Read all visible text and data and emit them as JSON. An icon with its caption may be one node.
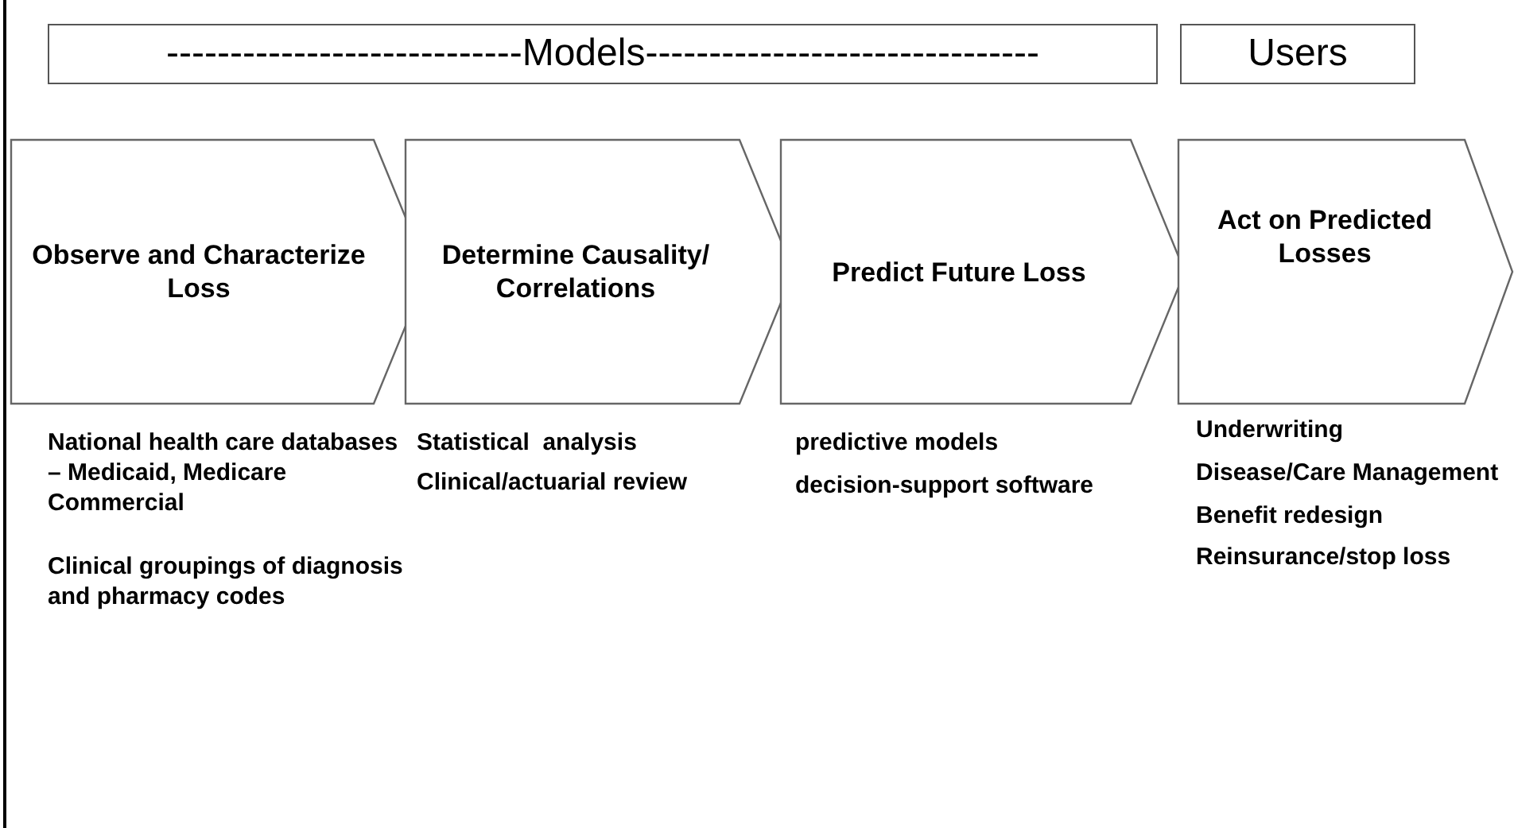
{
  "diagram": {
    "nodes": [
      {
        "text": [
          "----------------------------Models-------------------------------"
        ]
      },
      {
        "text": [
          "Users"
        ]
      },
      {
        "text": [
          "Observe and Characterize Loss"
        ],
        "beside": [
          "National health care databases – Medicaid, Medicare Commercial",
          "Clinical groupings of diagnosis and pharmacy codes"
        ]
      },
      {
        "text": [
          "Determine Causality/ Correlations"
        ],
        "beside": [
          "Statistical  analysis",
          "Clinical/actuarial review"
        ]
      },
      {
        "text": [
          "Predict Future Loss"
        ],
        "beside": [
          "predictive models",
          "decision-support software"
        ]
      },
      {
        "text": [
          "Act on Predicted Losses"
        ],
        "beside": [
          "Underwriting",
          "Disease/Care Management",
          "Benefit redesign",
          "Reinsurance/stop loss"
        ]
      }
    ],
    "edges": []
  }
}
